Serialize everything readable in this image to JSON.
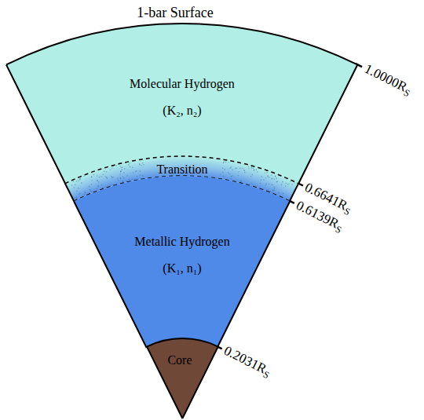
{
  "diagram": {
    "nodes": [
      {
        "text": [
          "Molecular Hydrogen",
          "(K₂, n₂)"
        ]
      },
      {
        "text": [
          "Transition"
        ]
      },
      {
        "text": [
          "Metallic Hydrogen",
          "(K₁, n₁)"
        ]
      },
      {
        "text": [
          "Core"
        ]
      }
    ],
    "labels": [
      "1-bar Surface",
      "1.0000RS",
      "0.6641RS",
      "0.6139RS",
      "0.2031RS"
    ]
  }
}
